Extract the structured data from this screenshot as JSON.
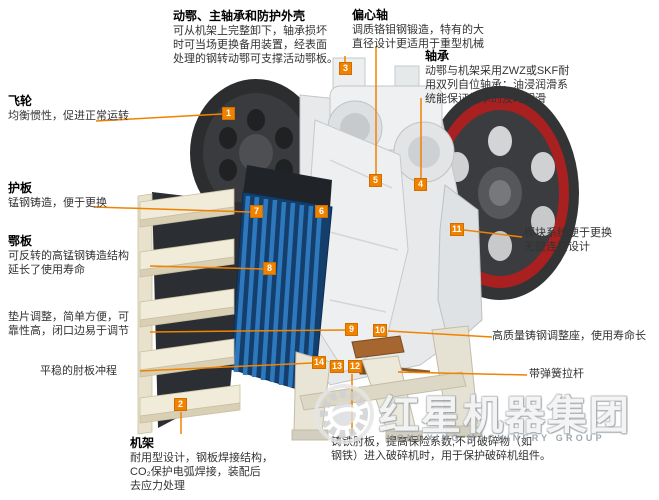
{
  "colors": {
    "accent_orange": "#f08200",
    "wheel_dark": "#333436",
    "wheel_red": "#a8201f",
    "body_light": "#e9ebed",
    "jaw_blue": "#2e79bd",
    "stair_cream": "#f1ebd9"
  },
  "watermark": {
    "brand": "红星机器集团",
    "subtitle": "HONGXING MACHINERY GROUP"
  },
  "callouts": [
    {
      "id": "moving-jaw-assembly",
      "title": "动鄂、主轴承和防护外壳",
      "lines": [
        "可从机架上完整卸下，轴承损坏",
        "时可当场更换备用装置，经表面",
        "处理的钢转动鄂可支撑活动鄂板。"
      ]
    },
    {
      "id": "eccentric-shaft",
      "title": "偏心轴",
      "lines": [
        "调质铬钼钢锻造，特有的大",
        "直径设计更适用于重型机械"
      ]
    },
    {
      "id": "bearing",
      "title": "轴承",
      "lines": [
        "动鄂与机架采用ZWZ或SKF耐",
        "用双列自位轴承；油浸润滑系",
        "统能保证轴承的及时润滑"
      ]
    },
    {
      "id": "flywheel",
      "title": "飞轮",
      "lines": [
        "均衡惯性，促进正常运转"
      ]
    },
    {
      "id": "guard-plate",
      "title": "护板",
      "lines": [
        "锰钢铸造，便于更换"
      ]
    },
    {
      "id": "jaw-plate",
      "title": "鄂板",
      "lines": [
        "可反转的高锰钢铸造结构",
        "延长了使用寿命"
      ]
    },
    {
      "id": "shim-adjustment",
      "lines": [
        "垫片调整，简单方便，可",
        "靠性高，闭口边易于调节"
      ]
    },
    {
      "id": "toggle-stroke",
      "lines": [
        "平稳的肘板冲程"
      ]
    },
    {
      "id": "frame",
      "title": "机架",
      "lines": [
        "耐用型设计，钢板焊接结构，",
        "CO₂保护电弧焊接，装配后",
        "去应力处理"
      ]
    },
    {
      "id": "wedge-system",
      "lines": [
        "楔块系统便于更换",
        "无键连接设计"
      ]
    },
    {
      "id": "adjusting-seat",
      "lines": [
        "高质量铸钢调整座，使用寿命长"
      ]
    },
    {
      "id": "spring-rod",
      "lines": [
        "带弹簧拉杆"
      ]
    },
    {
      "id": "toggle-plate",
      "lines": [
        "铸铁肘板，提高保险系数,不可破碎物（如",
        "钢铁）进入破碎机时，用于保护破碎机组件。"
      ]
    }
  ],
  "markers": [
    {
      "n": "1"
    },
    {
      "n": "2"
    },
    {
      "n": "3"
    },
    {
      "n": "4"
    },
    {
      "n": "5"
    },
    {
      "n": "6"
    },
    {
      "n": "7"
    },
    {
      "n": "8"
    },
    {
      "n": "9"
    },
    {
      "n": "10"
    },
    {
      "n": "11"
    },
    {
      "n": "12"
    },
    {
      "n": "13"
    },
    {
      "n": "14"
    }
  ]
}
